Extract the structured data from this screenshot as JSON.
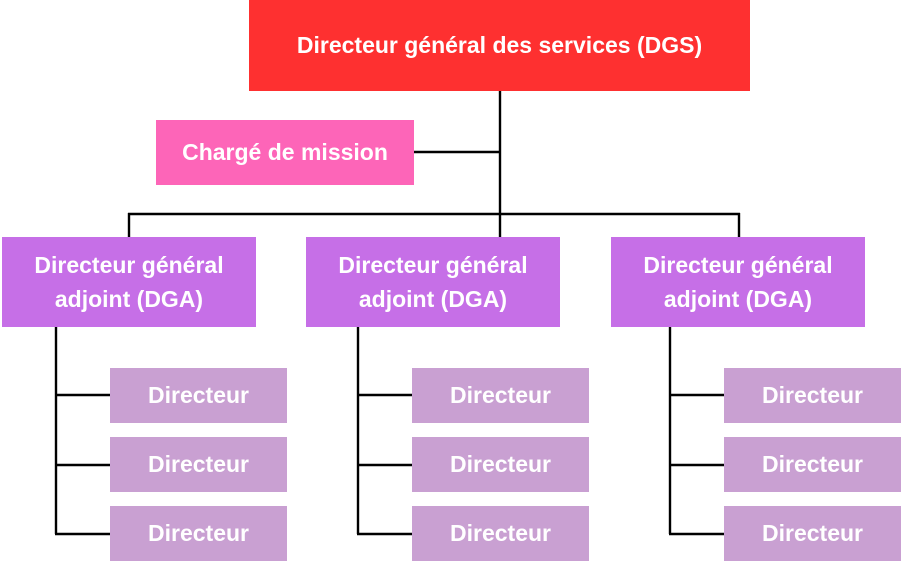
{
  "chart": {
    "dgs": "Directeur général des services (DGS)",
    "charge_de_mission": "Chargé de mission",
    "dga": [
      {
        "label": "Directeur général\nadjoint (DGA)",
        "directeurs": [
          "Directeur",
          "Directeur",
          "Directeur"
        ]
      },
      {
        "label": "Directeur général\nadjoint (DGA)",
        "directeurs": [
          "Directeur",
          "Directeur",
          "Directeur"
        ]
      },
      {
        "label": "Directeur général\nadjoint (DGA)",
        "directeurs": [
          "Directeur",
          "Directeur",
          "Directeur"
        ]
      }
    ]
  },
  "colors": {
    "dgs": "#fe3030",
    "charge_de_mission": "#fd65b8",
    "dga": "#c66fe7",
    "directeur": "#c9a0d2",
    "connector": "#000000"
  }
}
